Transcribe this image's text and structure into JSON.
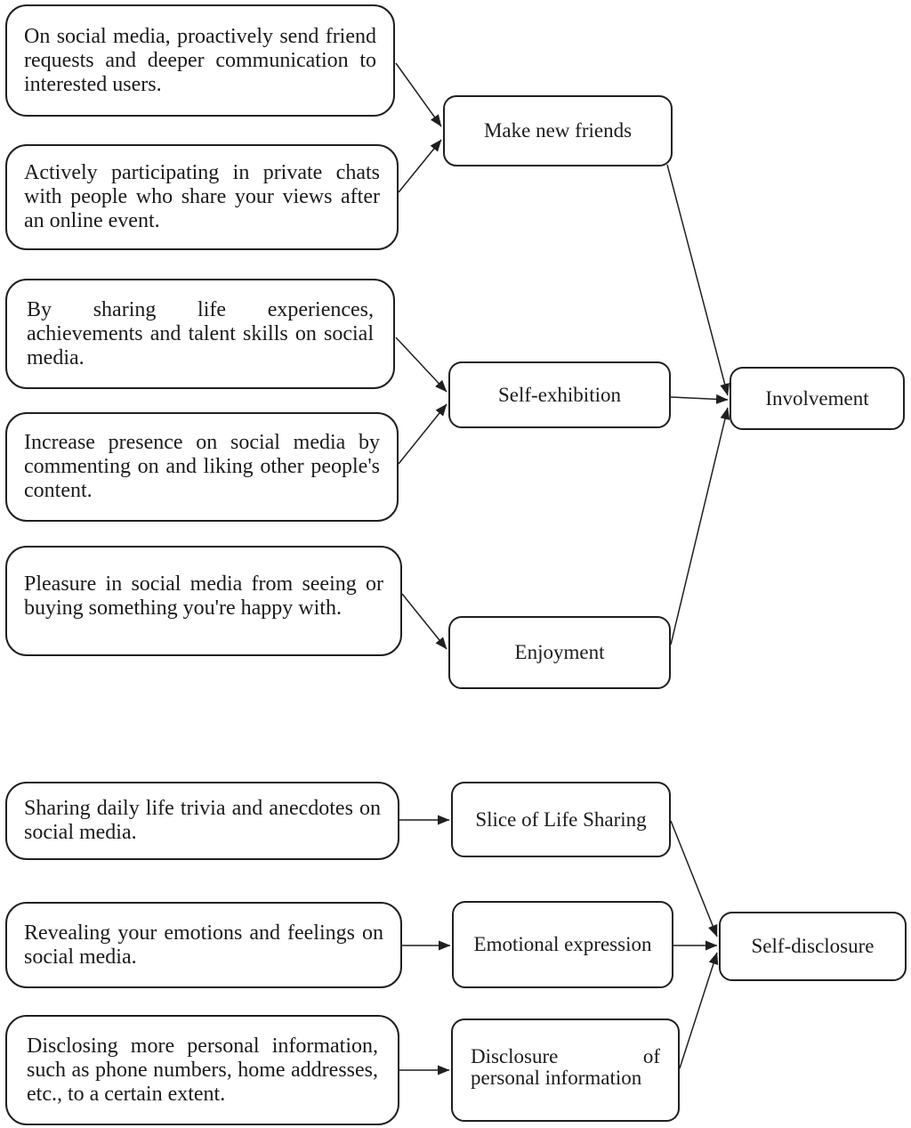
{
  "colors": {
    "ink": "#1f1f1f",
    "background": "#ffffff"
  },
  "top_diagram": {
    "outcome": "Involvement",
    "nodes": {
      "make_new_friends": "Make new friends",
      "self_exhibition": "Self-exhibition",
      "enjoyment": "Enjoyment"
    },
    "descriptions": {
      "friend_requests": "On social media, proactively send friend requests and deeper communication to interested users.",
      "private_chats": "Actively participating in private chats with people who share your views after an online event.",
      "sharing_experiences": "By sharing life experiences, achievements and talent skills on social media.",
      "increase_presence": "Increase presence on social media by commenting on and liking other people's content.",
      "pleasure": "Pleasure in social media from seeing or buying something you're happy with."
    },
    "edges": [
      {
        "from": "friend_requests_description",
        "to": "Make new friends"
      },
      {
        "from": "private_chats_description",
        "to": "Make new friends"
      },
      {
        "from": "sharing_experiences_description",
        "to": "Self-exhibition"
      },
      {
        "from": "increase_presence_description",
        "to": "Self-exhibition"
      },
      {
        "from": "pleasure_description",
        "to": "Enjoyment"
      },
      {
        "from": "Make new friends",
        "to": "Involvement"
      },
      {
        "from": "Self-exhibition",
        "to": "Involvement"
      },
      {
        "from": "Enjoyment",
        "to": "Involvement"
      }
    ]
  },
  "bottom_diagram": {
    "outcome": "Self-disclosure",
    "nodes": {
      "slice_of_life": "Slice of Life Sharing",
      "emotional_expression": "Emotional expression",
      "disclosure_lines": [
        "Disclosure of",
        "personal information"
      ]
    },
    "descriptions": {
      "daily_trivia": "Sharing daily life trivia and anecdotes on social media.",
      "revealing_emotions": "Revealing your emotions and feelings on social media.",
      "disclosing_info": "Disclosing more personal information, such as phone numbers, home addresses, etc., to a certain extent."
    },
    "edges": [
      {
        "from": "daily_trivia_description",
        "to": "Slice of Life Sharing"
      },
      {
        "from": "revealing_emotions_description",
        "to": "Emotional expression"
      },
      {
        "from": "disclosing_info_description",
        "to": "Disclosure of personal information"
      },
      {
        "from": "Slice of Life Sharing",
        "to": "Self-disclosure"
      },
      {
        "from": "Emotional expression",
        "to": "Self-disclosure"
      },
      {
        "from": "Disclosure of personal information",
        "to": "Self-disclosure"
      }
    ]
  }
}
